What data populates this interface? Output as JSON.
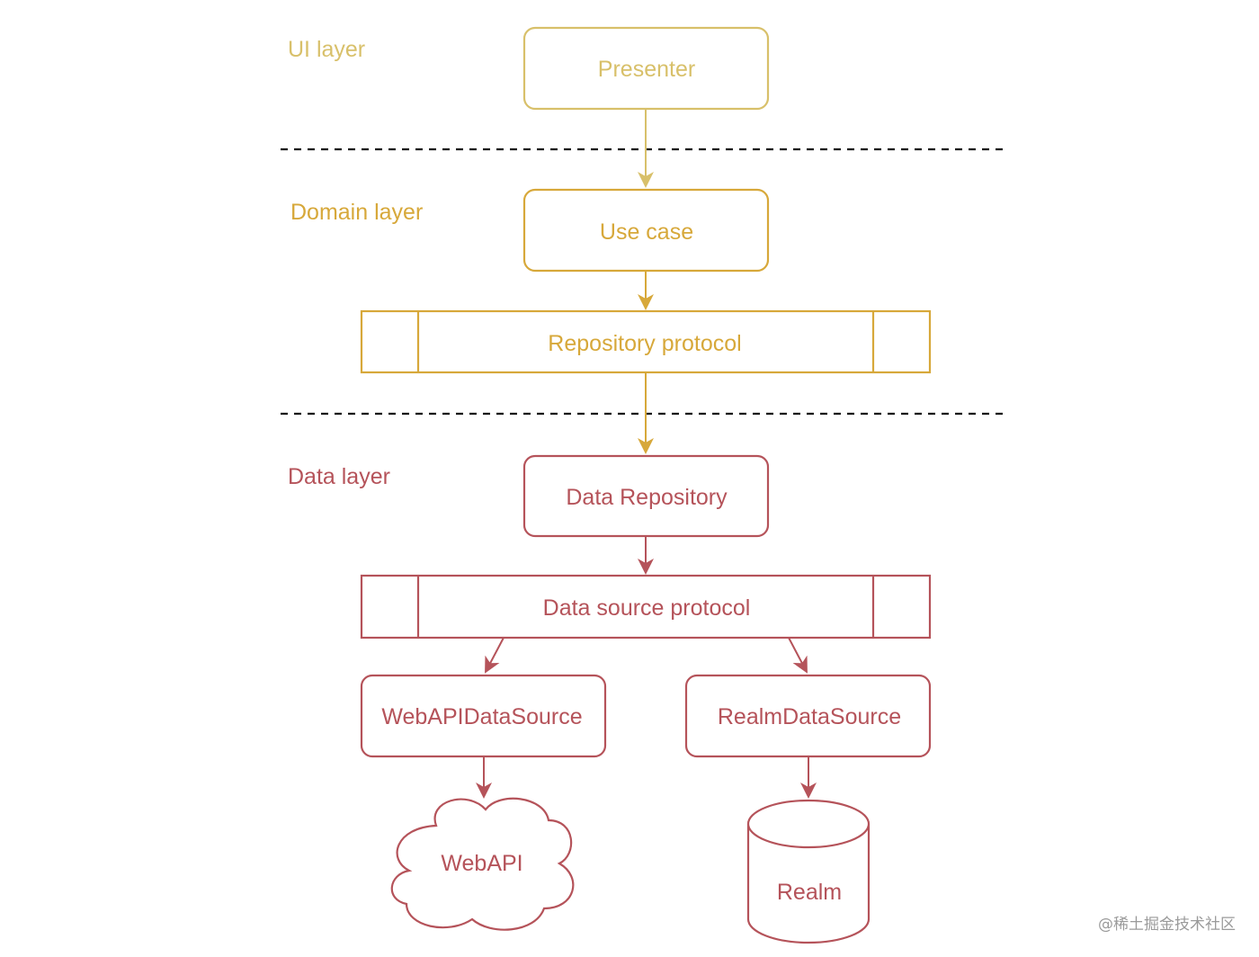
{
  "colors": {
    "ui": "#d8c06a",
    "domain": "#d7a83a",
    "data": "#b5535a",
    "divider": "#111111",
    "watermark": "#9a9a9a"
  },
  "layers": {
    "ui": "UI layer",
    "domain": "Domain layer",
    "data": "Data layer"
  },
  "nodes": {
    "presenter": "Presenter",
    "use_case": "Use case",
    "repository_protocol": "Repository protocol",
    "data_repository": "Data Repository",
    "data_source_protocol": "Data source protocol",
    "web_api_data_source": "WebAPIDataSource",
    "realm_data_source": "RealmDataSource",
    "web_api": "WebAPI",
    "realm": "Realm"
  },
  "edges": [
    {
      "from": "Presenter",
      "to": "Use case"
    },
    {
      "from": "Use case",
      "to": "Repository protocol"
    },
    {
      "from": "Repository protocol",
      "to": "Data Repository"
    },
    {
      "from": "Data Repository",
      "to": "Data source protocol"
    },
    {
      "from": "Data source protocol",
      "to": "WebAPIDataSource"
    },
    {
      "from": "Data source protocol",
      "to": "RealmDataSource"
    },
    {
      "from": "WebAPIDataSource",
      "to": "WebAPI"
    },
    {
      "from": "RealmDataSource",
      "to": "Realm"
    }
  ],
  "watermark": "@稀土掘金技术社区"
}
